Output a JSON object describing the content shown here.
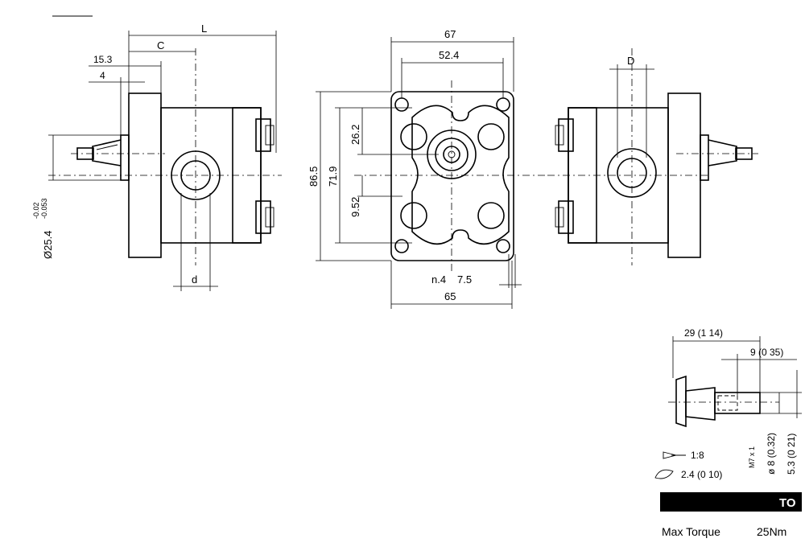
{
  "side_view": {
    "dim_L": "L",
    "dim_C": "C",
    "dim_15_3": "15.3",
    "dim_4": "4",
    "dim_d": "d",
    "dim_shaft_dia": "Ø25.4",
    "dim_shaft_tol_upper": "-0.02",
    "dim_shaft_tol_lower": "-0.053"
  },
  "front_view": {
    "dim_67": "67",
    "dim_52_4": "52.4",
    "dim_86_5": "86.5",
    "dim_71_9": "71.9",
    "dim_26_2": "26.2",
    "dim_9_52": "9.52",
    "dim_holes": "n.4",
    "dim_7_5": "7.5",
    "dim_65": "65"
  },
  "rear_view": {
    "dim_D": "D"
  },
  "shaft_detail": {
    "dim_29": "29 (1 14)",
    "dim_9": "9 (0 35)",
    "thread": "M7 x 1",
    "dia_8": "ø 8 (0.32)",
    "dim_5_3": "5.3 (0 21)",
    "taper": "1:8",
    "key": "2.4 (0 10)"
  },
  "spec_bar": {
    "label": "TO",
    "color": "#000000"
  },
  "spec": {
    "torque_label": "Max Torque",
    "torque_value": "25Nm"
  }
}
